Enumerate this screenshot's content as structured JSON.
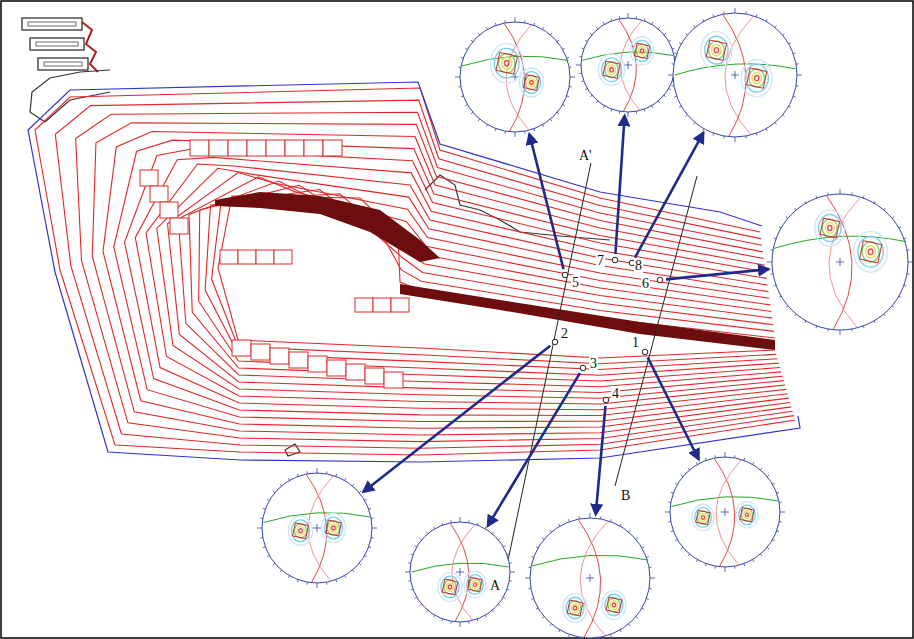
{
  "diagram": {
    "labels": [
      "A'",
      "7",
      "8",
      "5",
      "6",
      "2",
      "1",
      "3",
      "4",
      "A",
      "B"
    ]
  }
}
